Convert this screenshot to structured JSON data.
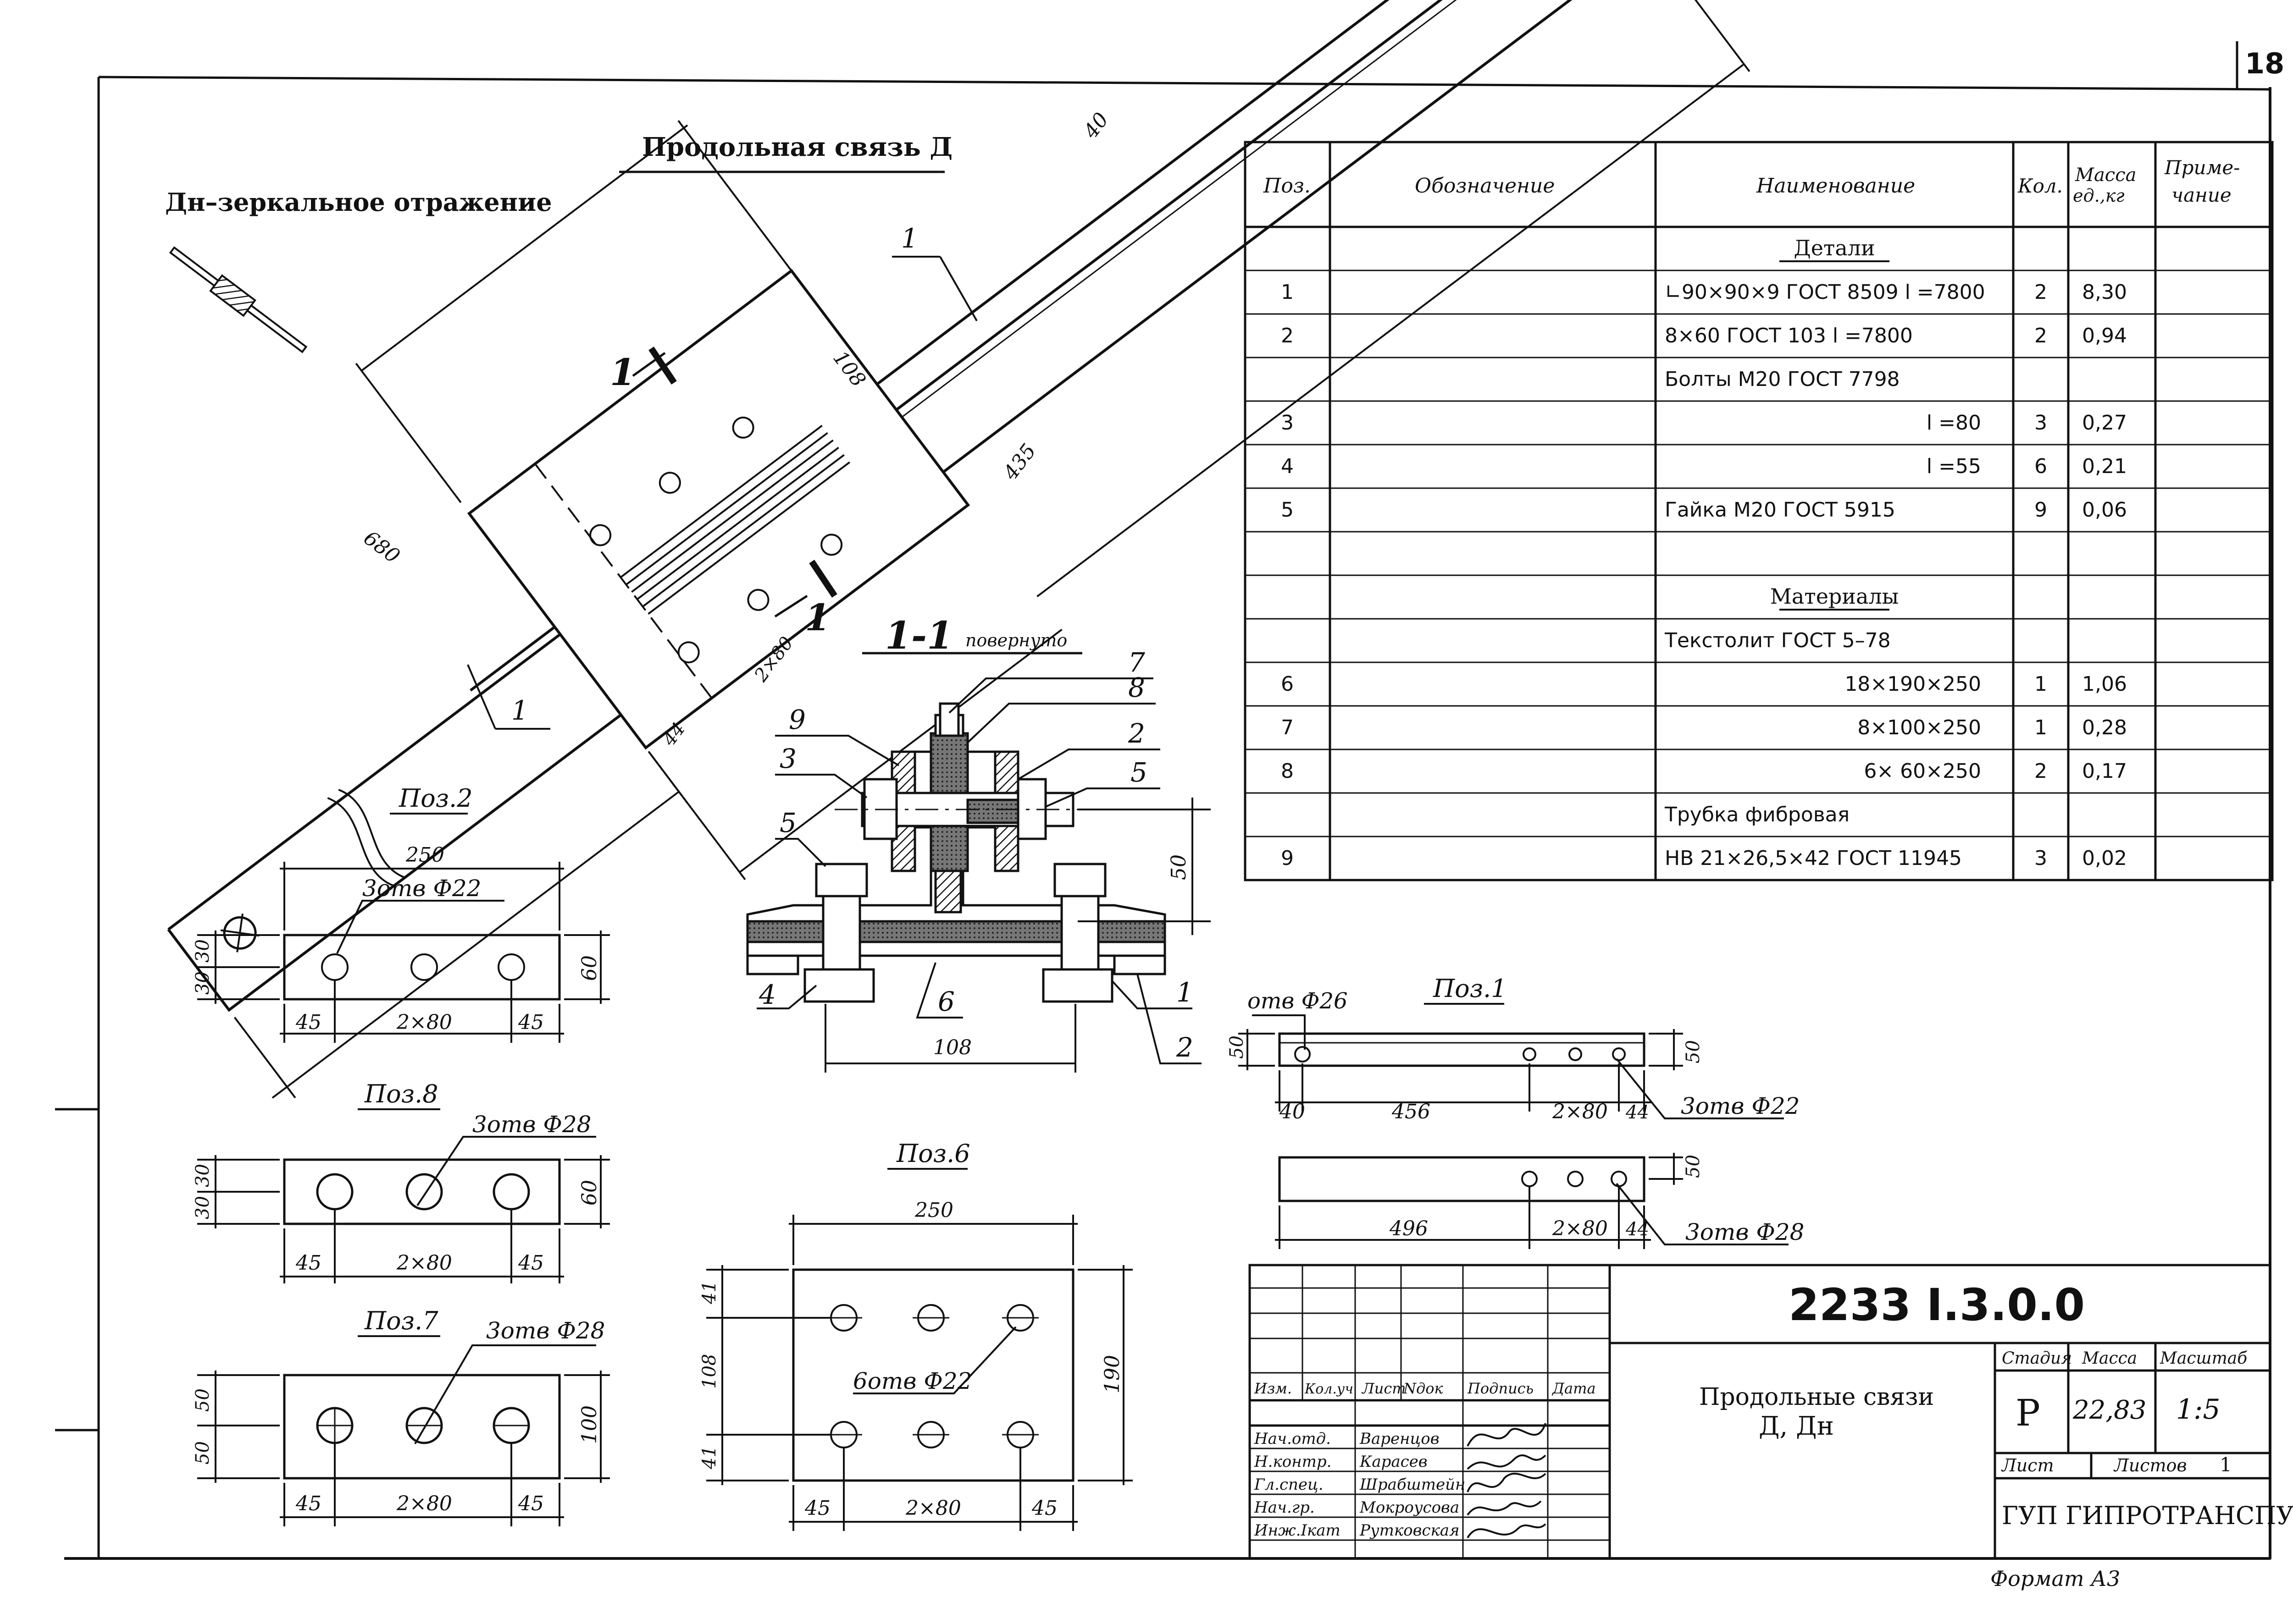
{
  "sheet": {
    "number": "18",
    "format": "Формат А3"
  },
  "top": {
    "title": "Продольная связь Д",
    "mirror_note": "Дн–зеркальное отражение"
  },
  "main_view": {
    "dims": {
      "d40": "40",
      "d108": "108",
      "d680": "680",
      "d435": "435",
      "d2x80": "2×80",
      "d44": "44"
    },
    "pos_labels": {
      "p1a": "1",
      "p1b": "1"
    },
    "section_marks": {
      "a": "1",
      "b": "1"
    }
  },
  "section": {
    "title": "1-1",
    "note": "повернуто",
    "callouts": {
      "c7": "7",
      "c8": "8",
      "c9": "9",
      "c2a": "2",
      "c3": "3",
      "c5a": "5",
      "c5b": "5",
      "c4": "4",
      "c6": "6",
      "c1": "1",
      "c2b": "2"
    },
    "dims": {
      "d50": "50",
      "d108": "108"
    }
  },
  "spec": {
    "headers": {
      "pos": "Поз.",
      "designation": "Обозначение",
      "name": "Наименование",
      "qty": "Кол.",
      "mass": "Масса ед.,кг",
      "note": "Приме- чание"
    },
    "rows": [
      {
        "pos": "",
        "name": "Детали",
        "qty": "",
        "mass": ""
      },
      {
        "pos": "1",
        "name": "∟90×90×9 ГОСТ 8509  l =7800",
        "qty": "2",
        "mass": "8,30"
      },
      {
        "pos": "2",
        "name": "8×60 ГОСТ 103     l =7800",
        "qty": "2",
        "mass": "0,94"
      },
      {
        "pos": "",
        "name": "Болты  М20 ГОСТ 7798",
        "qty": "",
        "mass": ""
      },
      {
        "pos": "3",
        "name": "l =80",
        "qty": "3",
        "mass": "0,27"
      },
      {
        "pos": "4",
        "name": "l =55",
        "qty": "6",
        "mass": "0,21"
      },
      {
        "pos": "5",
        "name": "Гайка М20 ГОСТ 5915",
        "qty": "9",
        "mass": "0,06"
      },
      {
        "pos": "",
        "name": "",
        "qty": "",
        "mass": ""
      },
      {
        "pos": "",
        "name": "Материалы",
        "qty": "",
        "mass": ""
      },
      {
        "pos": "",
        "name": "Текстолит  ГОСТ 5–78",
        "qty": "",
        "mass": ""
      },
      {
        "pos": "6",
        "name": "18×190×250",
        "qty": "1",
        "mass": "1,06"
      },
      {
        "pos": "7",
        "name": "8×100×250",
        "qty": "1",
        "mass": "0,28"
      },
      {
        "pos": "8",
        "name": "6× 60×250",
        "qty": "2",
        "mass": "0,17"
      },
      {
        "pos": "",
        "name": "Трубка фибровая",
        "qty": "",
        "mass": ""
      },
      {
        "pos": "9",
        "name": "НВ 21×26,5×42 ГОСТ 11945",
        "qty": "3",
        "mass": "0,02"
      }
    ]
  },
  "poz2": {
    "title": "Поз.2",
    "holes": "3отв Ф22",
    "width": "250",
    "height": "60",
    "h1": "30",
    "h2": "30",
    "d45a": "45",
    "d2x80": "2×80",
    "d45b": "45"
  },
  "poz8": {
    "title": "Поз.8",
    "holes": "3отв Ф28",
    "height": "60",
    "h1": "30",
    "h2": "30",
    "d45a": "45",
    "d2x80": "2×80",
    "d45b": "45"
  },
  "poz7": {
    "title": "Поз.7",
    "holes": "3отв Ф28",
    "height": "100",
    "h1": "50",
    "h2": "50",
    "d45a": "45",
    "d2x80": "2×80",
    "d45b": "45"
  },
  "poz6": {
    "title": "Поз.6",
    "holes": "6отв Ф22",
    "width": "250",
    "height": "190",
    "h1": "41",
    "h2": "108",
    "h3": "41",
    "d45a": "45",
    "d2x80": "2×80",
    "d45b": "45"
  },
  "poz1": {
    "title": "Поз.1",
    "hole_big": "отв Ф26",
    "holes_a": "3отв Ф22",
    "holes_b": "3отв Ф28",
    "d50a": "50",
    "d50b": "50",
    "d50c": "50",
    "d40": "40",
    "d456": "456",
    "d2x80a": "2×80",
    "d44a": "44",
    "d496": "496",
    "d2x80b": "2×80",
    "d44b": "44"
  },
  "title_block": {
    "code": "2233 I.3.0.0",
    "name": "Продольные связи",
    "name2": "Д, Дн",
    "col_heads": {
      "izm": "Изм.",
      "kol": "Кол.уч",
      "list": "Лист",
      "ndok": "Nдок",
      "podp": "Подпись",
      "data": "Дата"
    },
    "people": [
      {
        "role": "Нач.отд.",
        "name": "Варенцов"
      },
      {
        "role": "Н.контр.",
        "name": "Карасев"
      },
      {
        "role": "Гл.спец.",
        "name": "Шрабштейн"
      },
      {
        "role": "Нач.гр.",
        "name": "Мокроусова"
      },
      {
        "role": "Инж.Iкат",
        "name": "Рутковская"
      }
    ],
    "stage_head": "Стадия",
    "mass_head": "Масса",
    "scale_head": "Масштаб",
    "stage": "Р",
    "mass": "22,83",
    "scale": "1:5",
    "sheet_label": "Лист",
    "sheets_label": "Листов",
    "sheets_value": "1",
    "org": "ГУП ГИПРОТРАНСПУТЬ"
  }
}
